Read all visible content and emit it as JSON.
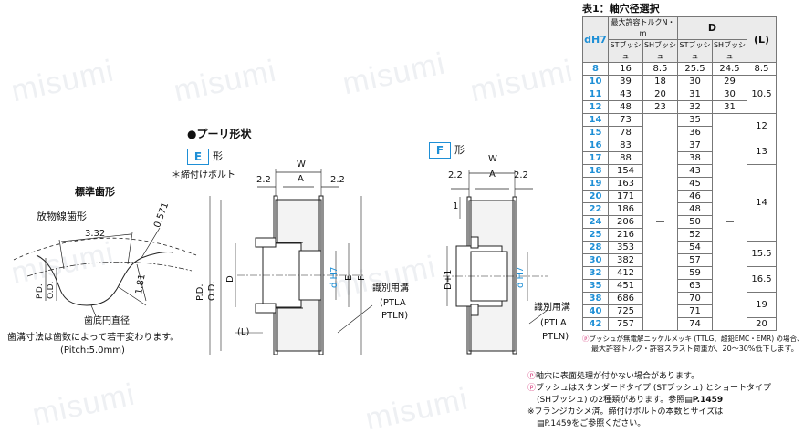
{
  "watermark": "misumi",
  "table": {
    "title": "表1：軸穴径選択",
    "header_dh7": "dH7",
    "header_torque": "最大許容トルクN・m",
    "header_D": "D",
    "header_L": "(L)",
    "sub_st": "STブッシュ",
    "sub_sh": "SHブッシュ",
    "rows_top": [
      {
        "d": "8",
        "t_st": "16",
        "t_sh": "8.5",
        "D_st": "25.5",
        "D_sh": "24.5",
        "L": "8.5"
      },
      {
        "d": "10",
        "t_st": "39",
        "t_sh": "18",
        "D_st": "30",
        "D_sh": "29"
      },
      {
        "d": "11",
        "t_st": "43",
        "t_sh": "20",
        "D_st": "31",
        "D_sh": "30"
      },
      {
        "d": "12",
        "t_st": "48",
        "t_sh": "23",
        "D_st": "32",
        "D_sh": "31"
      }
    ],
    "L_10_12": "10.5",
    "rows_bottom": [
      {
        "d": "14",
        "t_st": "73",
        "D_st": "35"
      },
      {
        "d": "15",
        "t_st": "78",
        "D_st": "36"
      },
      {
        "d": "16",
        "t_st": "83",
        "D_st": "37"
      },
      {
        "d": "17",
        "t_st": "88",
        "D_st": "38"
      },
      {
        "d": "18",
        "t_st": "154",
        "D_st": "43"
      },
      {
        "d": "19",
        "t_st": "163",
        "D_st": "45"
      },
      {
        "d": "20",
        "t_st": "171",
        "D_st": "46"
      },
      {
        "d": "22",
        "t_st": "186",
        "D_st": "48"
      },
      {
        "d": "24",
        "t_st": "206",
        "D_st": "50"
      },
      {
        "d": "25",
        "t_st": "216",
        "D_st": "52"
      },
      {
        "d": "28",
        "t_st": "353",
        "D_st": "54"
      },
      {
        "d": "30",
        "t_st": "382",
        "D_st": "57"
      },
      {
        "d": "32",
        "t_st": "412",
        "D_st": "59"
      },
      {
        "d": "35",
        "t_st": "451",
        "D_st": "63"
      },
      {
        "d": "38",
        "t_st": "686",
        "D_st": "70"
      },
      {
        "d": "40",
        "t_st": "725",
        "D_st": "71"
      },
      {
        "d": "42",
        "t_st": "757",
        "D_st": "74"
      }
    ],
    "dash": "—",
    "L_groups": [
      "12",
      "13",
      "14",
      "15.5",
      "16.5",
      "19",
      "20"
    ]
  },
  "table_note_line1": "ブッシュが無電解ニッケルメッキ (TTLG、超鉛EMC・EMR) の場合、",
  "table_note_line2": "最大許容トルク・許容スラスト荷重が、20～30%低下します。",
  "notes": [
    "軸穴に表面処理が付かない場合があります。",
    "ブッシュはスタンダードタイプ (STブッシュ) とショートタイプ",
    "(SHブッシュ) の2種類があります。参照",
    "P.1459",
    "※フランジカシメ済。締付けボルトの本数とサイズは",
    "P.1459をご参照ください。"
  ],
  "tooth": {
    "title": "標準歯形",
    "subtitle": "放物線歯形",
    "dim_332": "3.32",
    "dim_0571": "0.571",
    "dim_181": "1.81",
    "pd": "P.D.",
    "od": "O.D.",
    "root": "歯底円直径",
    "note1": "歯溝寸法は歯数によって若干変わります。",
    "note2": "(Pitch:5.0mm)"
  },
  "pulley": {
    "section": "●プーリ形状",
    "e_box": "E",
    "f_box": "F",
    "shape_suffix": "形",
    "bolt": "＊締付けボルト",
    "W": "W",
    "A": "A",
    "d22": "2.2",
    "pd": "P.D.",
    "od": "O.D.",
    "D": "D",
    "E": "E",
    "F": "F",
    "dH7": "d H7",
    "L": "(L)",
    "groove": "識別用溝",
    "ptla": "(PTLA",
    "ptln": "PTLN)",
    "D1": "D+1",
    "one": "1"
  }
}
